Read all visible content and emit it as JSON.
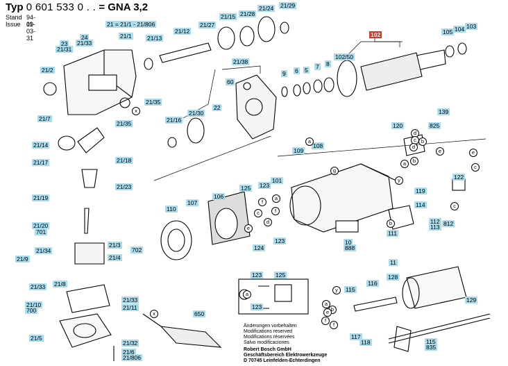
{
  "header": {
    "typ_label": "Typ",
    "typ_number": "0 601 533 0 . .",
    "equals": "=",
    "model": "GNA 3,2",
    "stand_label": "Stand",
    "stand_value": "94-09",
    "issue_label": "Issue",
    "issue_value": "11-03-31"
  },
  "callouts": [
    "21 = 21/1 - 21/806",
    "21/1",
    "21/12",
    "21/13",
    "21/27",
    "21/15",
    "21/28",
    "21/24",
    "21/29",
    "23",
    "21/31",
    "24",
    "21/33",
    "21/2",
    "21/35",
    "21/7",
    "21/35",
    "21/14",
    "21/17",
    "21/16",
    "21/30",
    "21/38",
    "60",
    "22",
    "9",
    "6",
    "5",
    "7",
    "8",
    "102",
    "102/50",
    "105",
    "104",
    "103",
    "21/18",
    "21/23",
    "21/19",
    "21/20",
    "701",
    "109",
    "108",
    "139",
    "120",
    "825",
    "122",
    "110",
    "107",
    "106",
    "125",
    "123",
    "101",
    "119",
    "114",
    "112",
    "113",
    "812",
    "111",
    "10",
    "888",
    "124",
    "123",
    "21/9",
    "21/34",
    "21/3",
    "702",
    "21/4",
    "21/33",
    "21/8",
    "21/10",
    "700",
    "21/33",
    "21/11",
    "21/5",
    "21/32",
    "21/6",
    "21/806",
    "650",
    "11",
    "123",
    "125",
    "123",
    "115",
    "116",
    "128",
    "129",
    "117",
    "118",
    "115",
    "835"
  ],
  "letters": [
    "x",
    "d",
    "c",
    "b",
    "d",
    "e",
    "a",
    "b",
    "e",
    "c",
    "c",
    "b",
    "a",
    "g",
    "f",
    "c",
    "d",
    "e",
    "y",
    "a",
    "f",
    "x",
    "a",
    "f",
    "y",
    "b",
    "f",
    "a",
    "e"
  ],
  "notes": {
    "changes": [
      "Änderungen vorbehalten",
      "Modifications reserved",
      "Modifications réservées",
      "Salvo modificaciones"
    ],
    "company": [
      "Robert Bosch GmbH",
      "Geschäftsbereich Elektrowerkzeuge",
      "D 70745 Leinfelden-Echterdingen"
    ]
  }
}
